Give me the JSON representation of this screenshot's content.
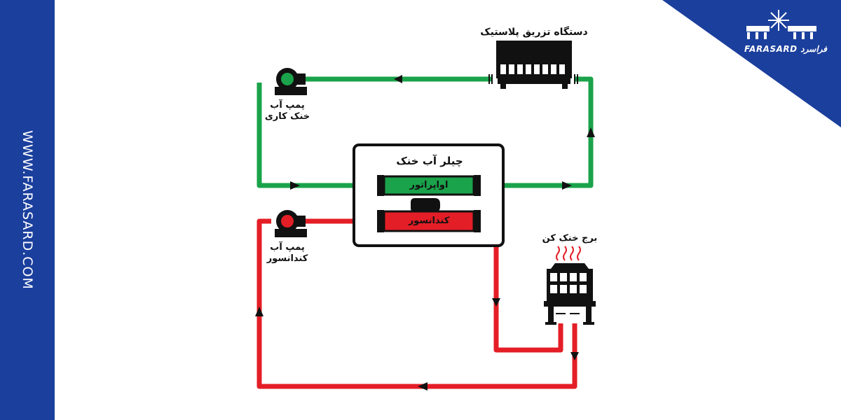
{
  "website": "WWW.FARASARD.COM",
  "brand": {
    "name": "FARASARD",
    "name_fa": "فراسرد"
  },
  "colors": {
    "blue": "#1b3f9d",
    "green": "#1aa34a",
    "red": "#e41e26",
    "black": "#111111",
    "white": "#ffffff"
  },
  "labels": {
    "injection_machine": "دستگاه تزریق پلاستیک",
    "chilled_pump_line1": "پمپ آب",
    "chilled_pump_line2": "خنک کاری",
    "chiller": "چیلر آب خنک",
    "evaporator": "اواپراتور",
    "condenser": "کندانسور",
    "condenser_pump_line1": "پمپ آب",
    "condenser_pump_line2": "کندانسور",
    "cooling_tower": "برج خنک کن"
  },
  "icons": [
    "snowflake-icon",
    "pump-icon",
    "cooling-tower-icon",
    "injection-machine-icon",
    "flow-arrow-icon"
  ]
}
